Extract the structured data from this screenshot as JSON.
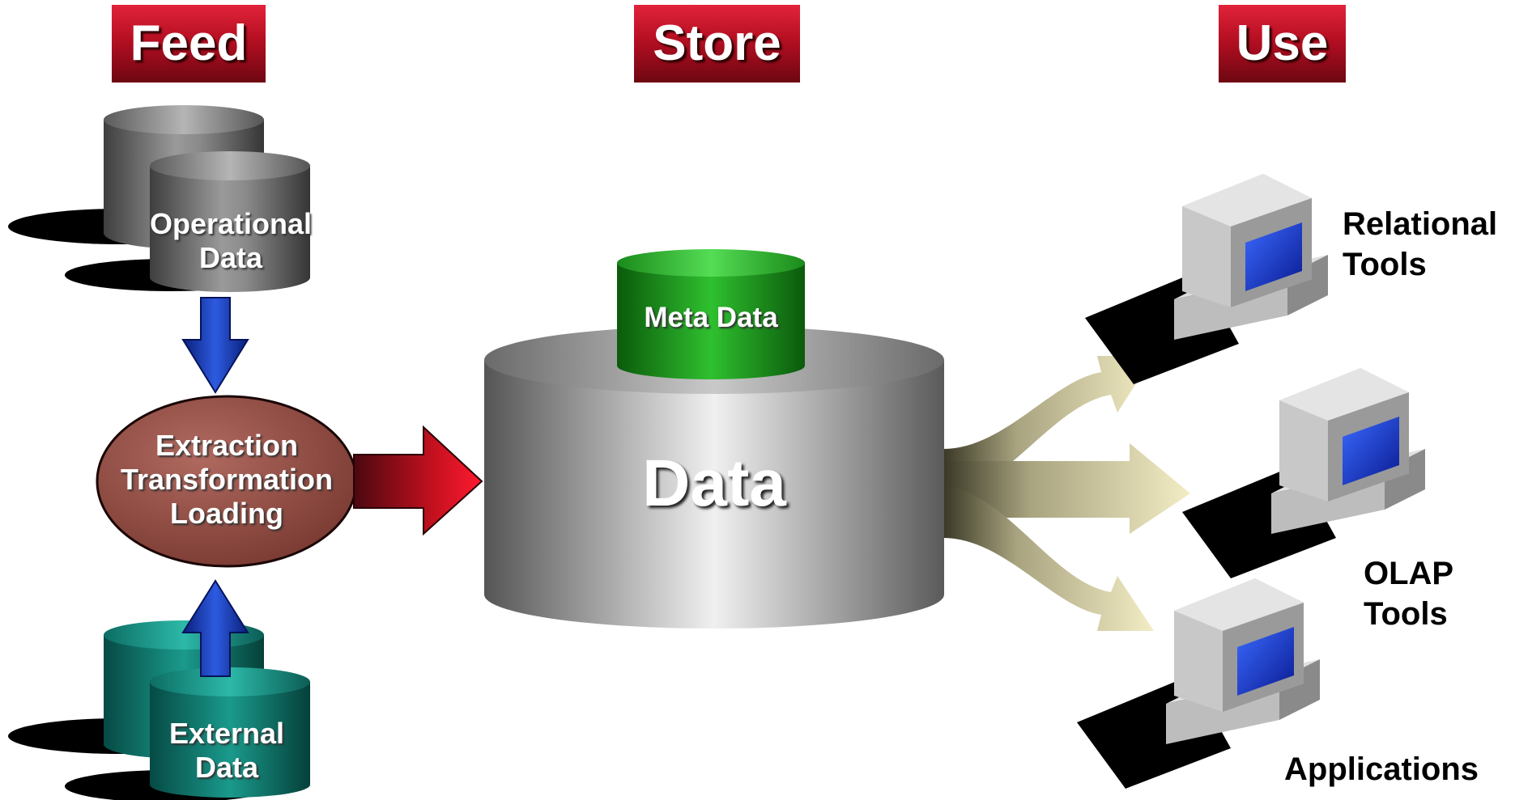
{
  "headers": {
    "feed": "Feed",
    "store": "Store",
    "use": "Use"
  },
  "feed": {
    "operational": [
      "Operational",
      "Data"
    ],
    "external": [
      "External",
      "Data"
    ],
    "etl": [
      "Extraction",
      "Transformation",
      "Loading"
    ]
  },
  "store": {
    "meta": "Meta Data",
    "data": "Data"
  },
  "use": {
    "relational": [
      "Relational",
      "Tools"
    ],
    "olap": [
      "OLAP",
      "Tools"
    ],
    "applications": "Applications"
  },
  "colors": {
    "header_red": "#c8102e",
    "operational_gray": "#7a7a7a",
    "external_teal": "#137f74",
    "etl_brown": "#9a5248",
    "meta_green": "#22a522",
    "data_gray": "#bdbdbd",
    "arrow_blue": "#1f3fc9",
    "arrow_red": "#e0102a",
    "arrow_tan": "#ece7b9",
    "screen_blue": "#1030c0"
  }
}
